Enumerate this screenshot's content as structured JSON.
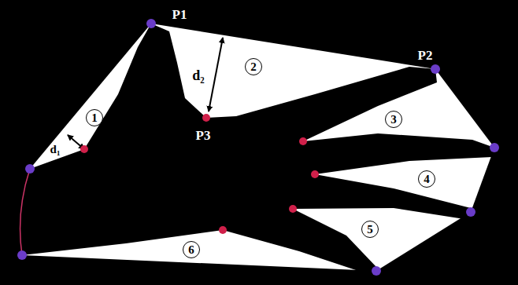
{
  "diagram": {
    "labels": [
      "P1",
      "P2",
      "P3",
      "d₂",
      "d₁",
      "1",
      "2",
      "3",
      "4",
      "5",
      "6"
    ]
  }
}
